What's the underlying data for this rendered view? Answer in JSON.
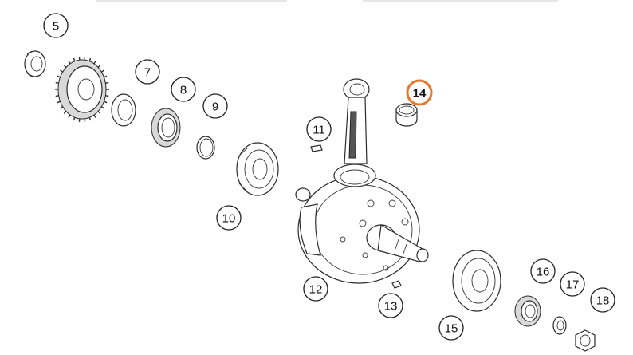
{
  "diagram": {
    "highlight_color": "#e8772e",
    "callouts": [
      {
        "id": "5",
        "label": "5"
      },
      {
        "id": "7",
        "label": "7"
      },
      {
        "id": "8",
        "label": "8"
      },
      {
        "id": "9",
        "label": "9"
      },
      {
        "id": "10",
        "label": "10"
      },
      {
        "id": "11",
        "label": "11"
      },
      {
        "id": "12",
        "label": "12"
      },
      {
        "id": "13",
        "label": "13"
      },
      {
        "id": "14",
        "label": "14",
        "highlighted": true
      },
      {
        "id": "15",
        "label": "15"
      },
      {
        "id": "16",
        "label": "16"
      },
      {
        "id": "17",
        "label": "17"
      },
      {
        "id": "18",
        "label": "18"
      }
    ]
  }
}
